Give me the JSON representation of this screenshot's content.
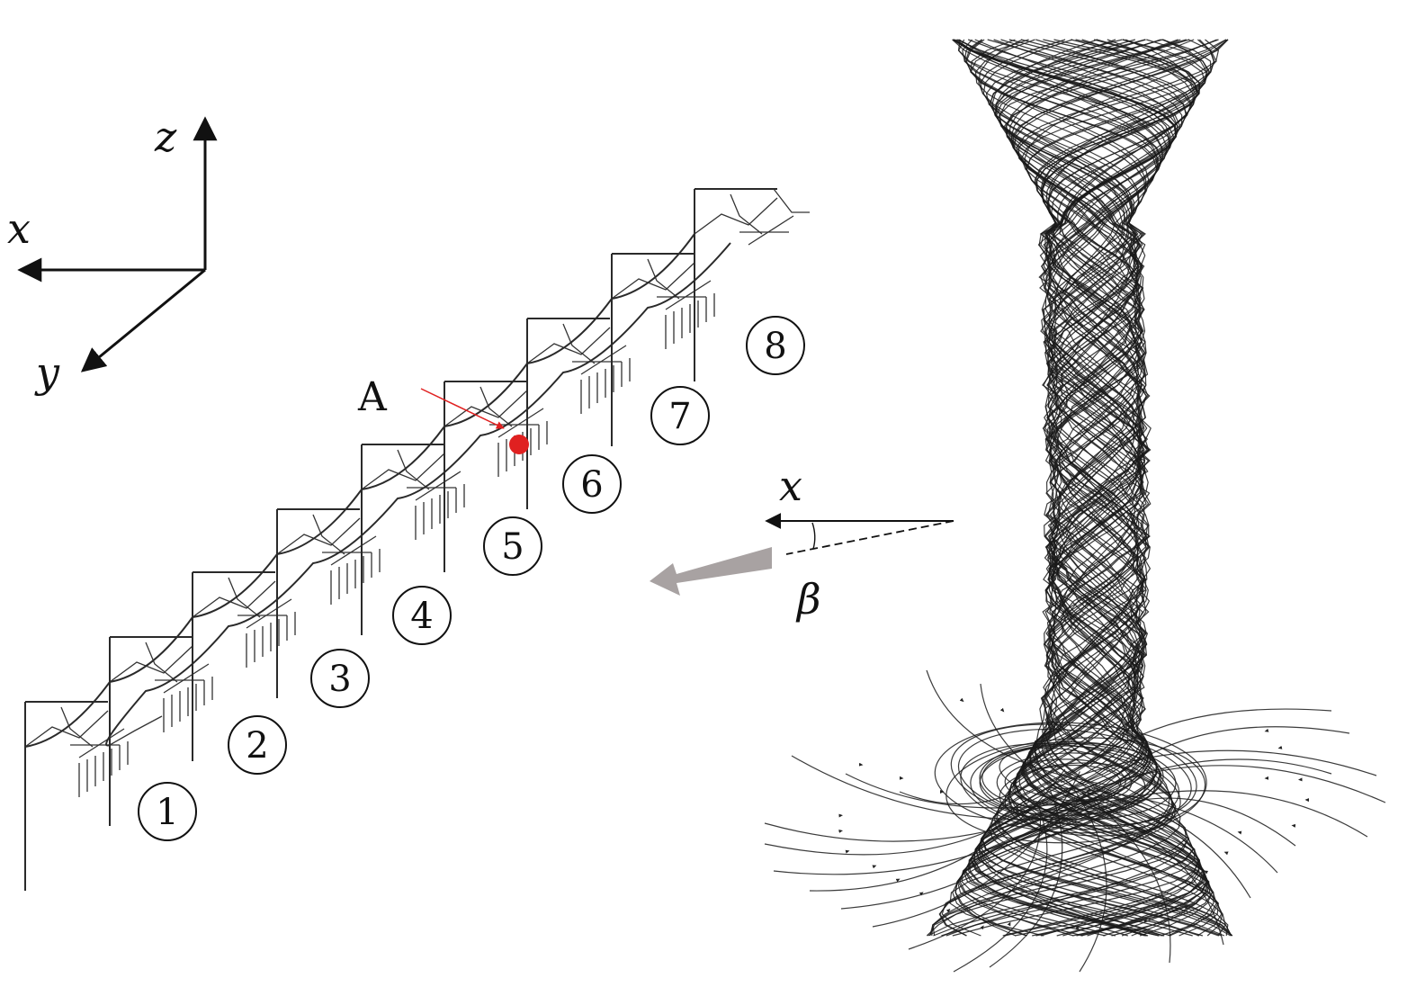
{
  "axes": {
    "x_label": "x",
    "y_label": "y",
    "z_label": "z"
  },
  "point_label": "A",
  "towers": [
    "①",
    "②",
    "③",
    "④",
    "⑤",
    "⑥",
    "⑦",
    "⑧"
  ],
  "wind": {
    "axis_label": "x",
    "angle_label": "β",
    "arrow_color": "#a8a2a2"
  },
  "marker_color": "#e02020",
  "leader_color": "#e02020"
}
